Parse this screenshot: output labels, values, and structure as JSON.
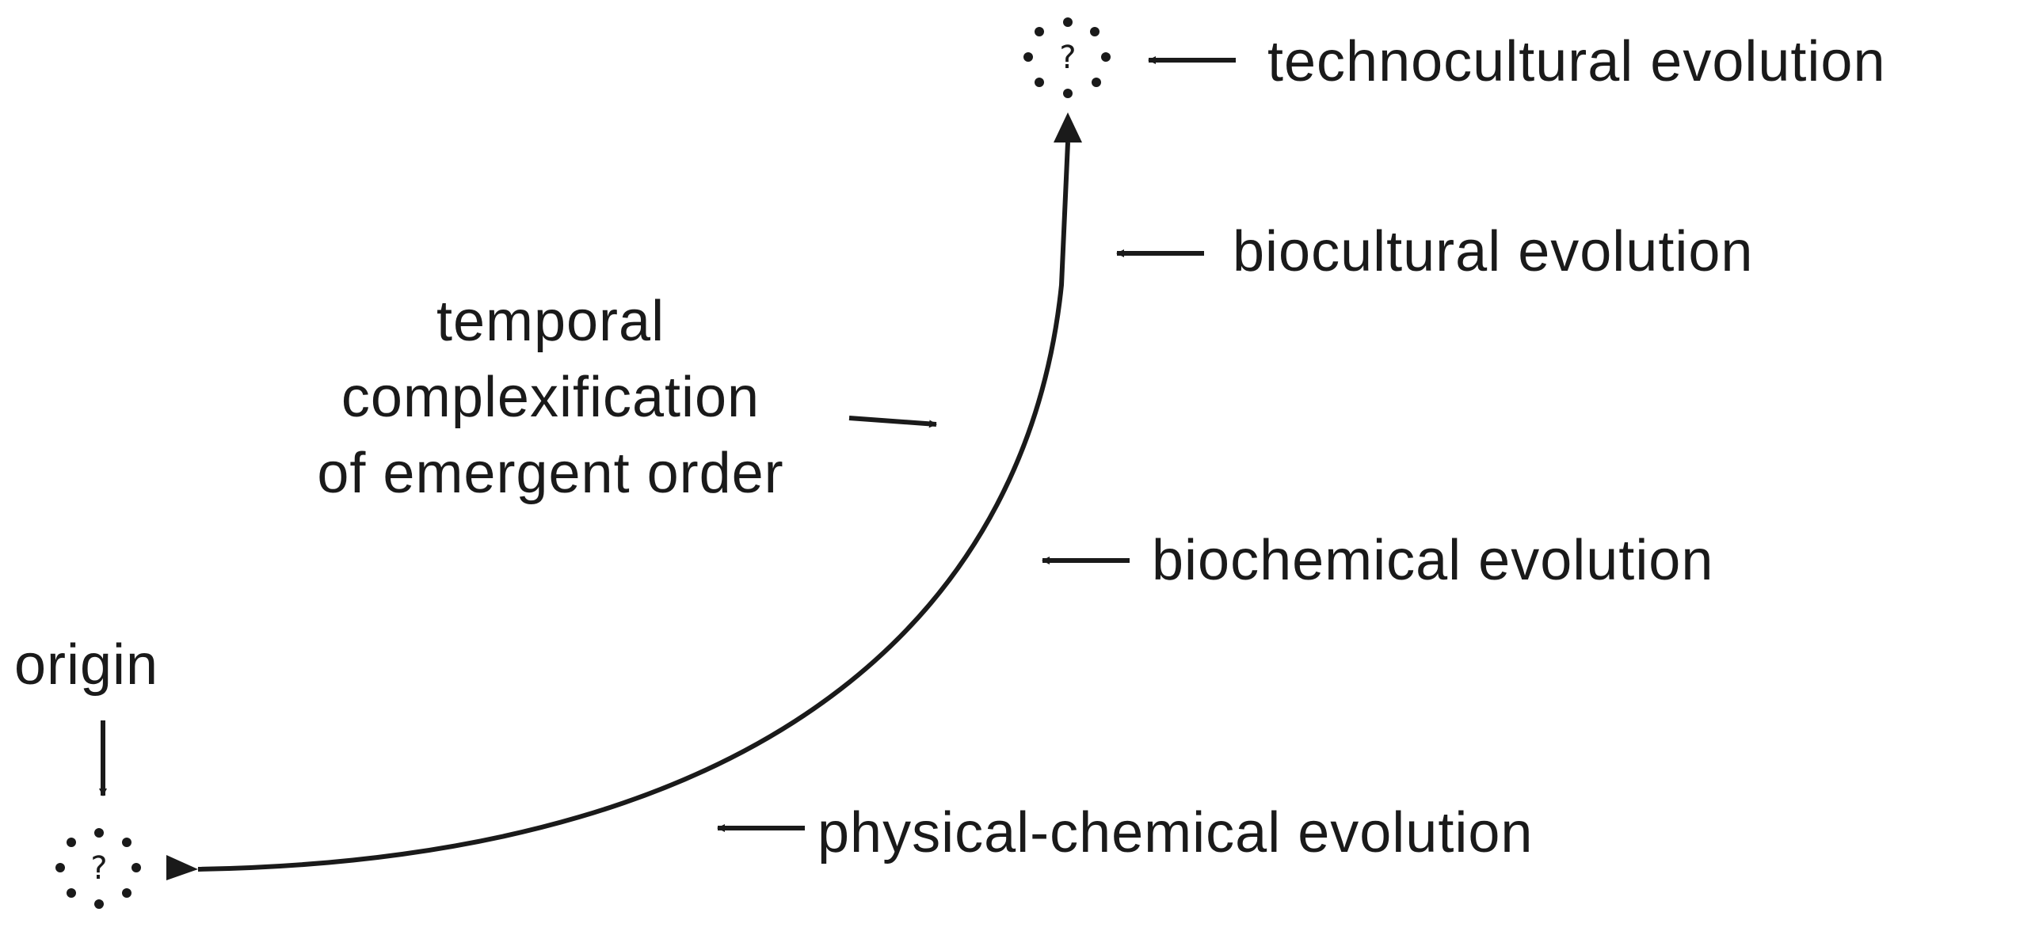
{
  "labels": {
    "technocultural": "technocultural evolution",
    "biocultural": "biocultural evolution",
    "biochemical": "biochemical evolution",
    "physical_chemical": "physical-chemical evolution",
    "origin": "origin",
    "temporal": [
      "temporal",
      "complexification",
      "of emergent order"
    ]
  },
  "markers": {
    "unknown_symbol": "?"
  },
  "colors": {
    "ink": "#1a1a1a",
    "background": "#ffffff"
  }
}
